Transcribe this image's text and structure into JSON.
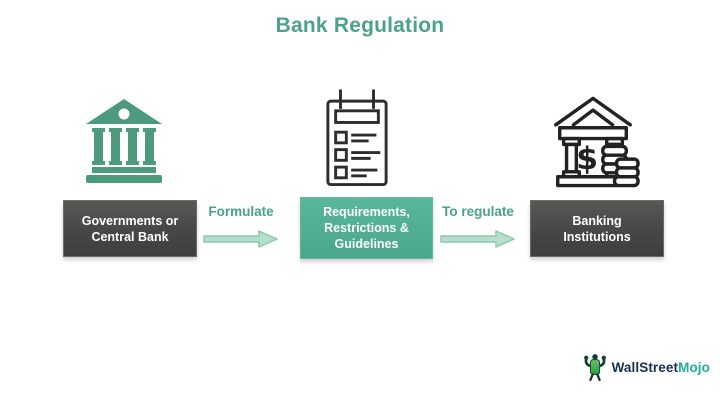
{
  "title": "Bank Regulation",
  "flow": {
    "boxes": [
      {
        "label": "Governments or Central Bank"
      },
      {
        "label": "Requirements, Restrictions & Guidelines"
      },
      {
        "label": "Banking Institutions"
      }
    ],
    "arrows": [
      {
        "label": "Formulate"
      },
      {
        "label": "To regulate"
      }
    ]
  },
  "icons": {
    "source": "government-building-icon",
    "middle": "checklist-icon",
    "target": "bank-with-coins-icon",
    "bank_dollar_glyph": "$"
  },
  "logo": {
    "brand": "WallStreetMojo",
    "brand_primary": "WallStreet",
    "brand_accent": "Mojo"
  },
  "colors": {
    "accent_teal": "#4ba28b",
    "box_dark": "#474745",
    "box_teal": "#50ad91",
    "arrow_fill": "#b5decd",
    "arrow_stroke": "#8cc7b0",
    "icon_teal": "#4d9a7e",
    "icon_outline": "#2d2d2d",
    "logo_navy": "#16304f",
    "logo_teal": "#1caf9a"
  }
}
